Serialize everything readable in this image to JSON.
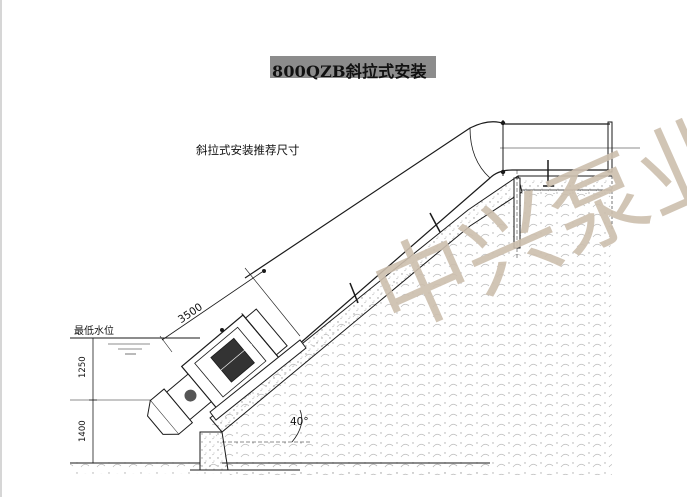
{
  "diagram": {
    "title": "800QZB斜拉式安装",
    "subtitle": "斜拉式安装推荐尺寸",
    "dim_length": "3500",
    "angle": "40°",
    "low_water_label": "最低水位",
    "dim_upper": "1250",
    "dim_lower": "1400",
    "watermark": "中兴泵业",
    "line_color": "#1a1a1a",
    "watermark_color": "#cdbfae"
  }
}
